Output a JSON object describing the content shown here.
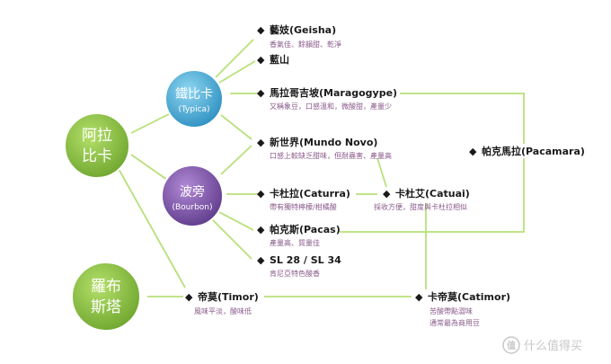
{
  "colors": {
    "green": "#8cc63f",
    "green_dark": "#6ea52e",
    "blue": "#5bbde6",
    "blue_dark": "#2c8fbf",
    "purple": "#8b5cb8",
    "purple_dark": "#5d3a8a",
    "line": "#b8e07a",
    "text": "#1a1a1a",
    "subtext": "#8a5a8a",
    "watermark": "#c8c8c8"
  },
  "roots": {
    "arabica": {
      "line1": "阿拉",
      "line2": "比卡"
    },
    "robusta": {
      "line1": "羅布",
      "line2": "斯塔"
    }
  },
  "branches": {
    "typica": {
      "name": "鐵比卡",
      "latin": "(Typica)"
    },
    "bourbon": {
      "name": "波旁",
      "latin": "(Bourbon)"
    }
  },
  "varieties": {
    "geisha": {
      "name": "藝妓(Geisha)",
      "desc": "香氣佳、餘韻甜、乾淨"
    },
    "blue_mountain": {
      "name": "藍山"
    },
    "maragogype": {
      "name": "馬拉哥吉坡(Maragogype)",
      "desc": "又稱象豆，口感溫和，微酸甜，產量少"
    },
    "mundo_novo": {
      "name": "新世界(Mundo Novo)",
      "desc": "口感上較缺乏甜味，但耐蟲害、產量高"
    },
    "caturra": {
      "name": "卡杜拉(Caturra)",
      "desc": "帶有獨特檸檬/柑橘酸"
    },
    "catuai": {
      "name": "卡杜艾(Catuai)",
      "desc": "採收方便，甜度與卡杜拉相似"
    },
    "pacas": {
      "name": "帕克斯(Pacas)",
      "desc": "產量高、質量佳"
    },
    "sl": {
      "name": "SL 28 / SL 34",
      "desc": "肯尼亞特色酸香"
    },
    "timor": {
      "name": "帝莫(Timor)",
      "desc": "風味平淡，酸味低"
    },
    "pacamara": {
      "name": "帕克馬拉(Pacamara)"
    },
    "catimor": {
      "name": "卡帝莫(Catimor)",
      "desc1": "苦酸帶點澀味",
      "desc2": "通常最為商用豆"
    }
  },
  "watermark": {
    "text": "什么值得买",
    "icon": "zhi-logo-icon"
  }
}
